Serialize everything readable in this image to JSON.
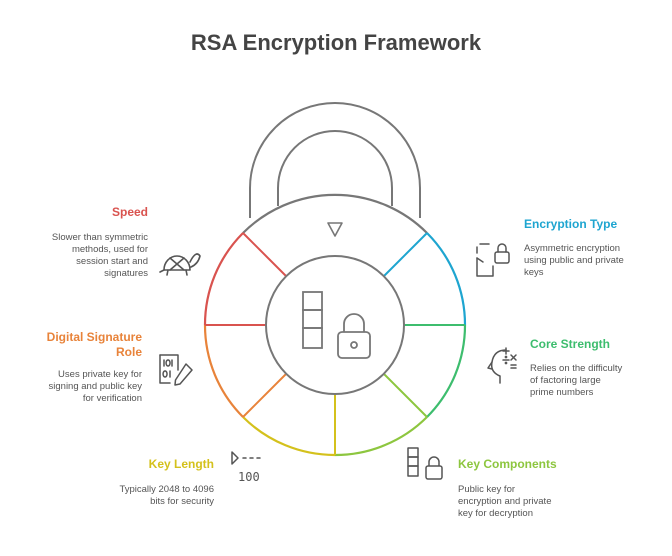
{
  "title": "RSA Encryption Framework",
  "colors": {
    "speed": "#d9534f",
    "signature": "#e8833a",
    "key_length": "#d4c11c",
    "key_components": "#8dc63f",
    "core_strength": "#3dbd6e",
    "encryption_type": "#1ea5d0",
    "neutral": "#777777"
  },
  "sections": {
    "speed": {
      "heading": "Speed",
      "desc": [
        "Slower than symmetric",
        "methods, used for",
        "session start and",
        "signatures"
      ],
      "icon": "turtle-icon"
    },
    "signature": {
      "heading": [
        "Digital Signature",
        "Role"
      ],
      "desc": [
        "Uses private key for",
        "signing and public key",
        "for verification"
      ],
      "icon": "binary-document-pen-icon"
    },
    "key_length": {
      "heading": "Key Length",
      "desc": [
        "Typically 2048 to 4096",
        "bits for security"
      ],
      "icon": "length-100-icon",
      "icon_text": "100"
    },
    "key_components": {
      "heading": "Key Components",
      "desc": [
        "Public key for",
        "encryption and private",
        "key for decryption"
      ],
      "icon": "blocks-lock-icon"
    },
    "core_strength": {
      "heading": "Core Strength",
      "desc": [
        "Relies on the difficulty",
        "of factoring large",
        "prime numbers"
      ],
      "icon": "head-math-icon"
    },
    "encryption_type": {
      "heading": "Encryption Type",
      "desc": [
        "Asymmetric encryption",
        "using public and private",
        "keys"
      ],
      "icon": "document-lock-icon"
    }
  }
}
